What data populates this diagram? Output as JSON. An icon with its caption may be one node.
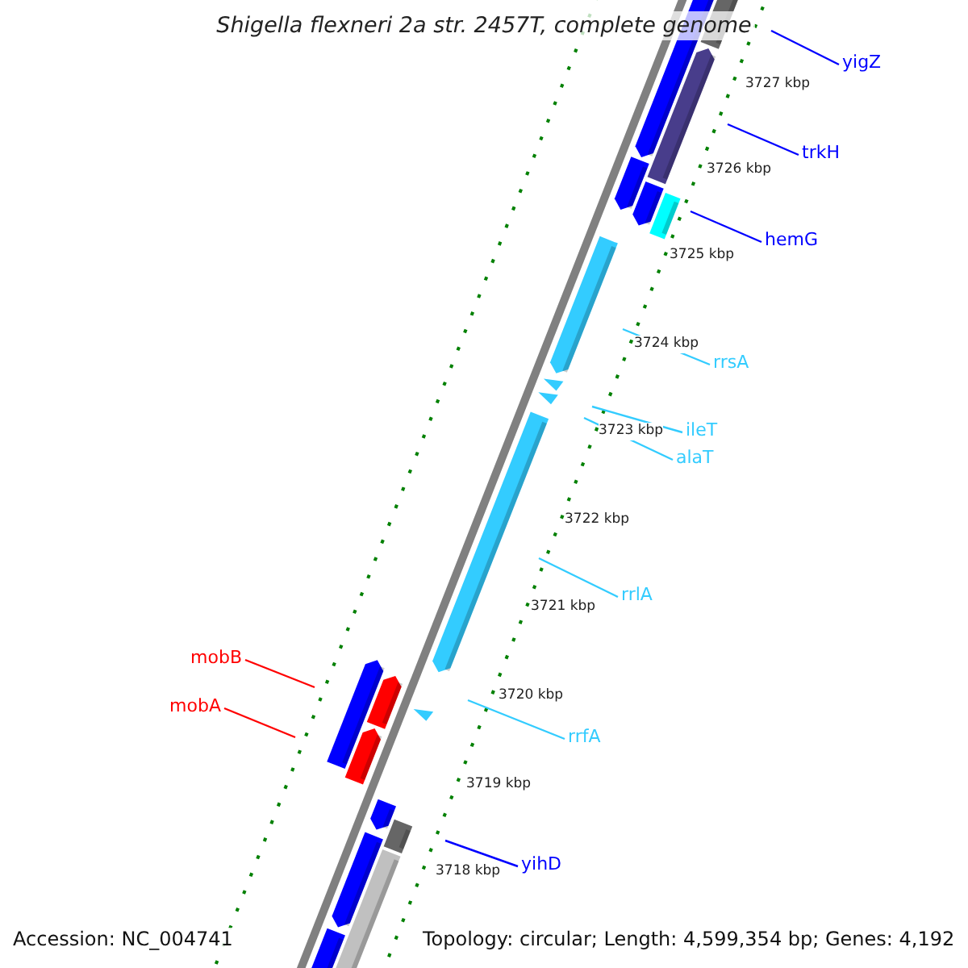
{
  "diagram": {
    "title": "Shigella flexneri 2a str. 2457T, complete genome",
    "nodes": [
      {
        "text": [
          "yigZ"
        ]
      },
      {
        "text": [
          "trkH"
        ]
      },
      {
        "text": [
          "hemG"
        ]
      },
      {
        "text": [
          "rrsA"
        ]
      },
      {
        "text": [
          "ileT"
        ]
      },
      {
        "text": [
          "alaT"
        ]
      },
      {
        "text": [
          "rrlA"
        ]
      },
      {
        "text": [
          "rrfA"
        ]
      },
      {
        "text": [
          "yihD"
        ]
      },
      {
        "text": [
          "mobB"
        ]
      },
      {
        "text": [
          "mobA"
        ]
      }
    ],
    "edges": [
      {
        "from": 0,
        "to": null,
        "arrow": "none",
        "color": "#0000ff"
      },
      {
        "from": 1,
        "to": null,
        "arrow": "none",
        "color": "#0000ff"
      },
      {
        "from": 2,
        "to": null,
        "arrow": "none",
        "color": "#0000ff"
      },
      {
        "from": 3,
        "to": null,
        "arrow": "none"
      },
      {
        "from": 4,
        "to": null,
        "arrow": "none"
      },
      {
        "from": 5,
        "to": null,
        "arrow": "none"
      },
      {
        "from": 6,
        "to": null,
        "arrow": "none"
      },
      {
        "from": 7,
        "to": null,
        "arrow": "none"
      },
      {
        "from": 8,
        "to": null,
        "arrow": "none",
        "color": "#0000ff"
      },
      {
        "from": 9,
        "to": null,
        "arrow": "none",
        "color": "#ff0000"
      },
      {
        "from": 10,
        "to": null,
        "arrow": "none",
        "color": "#ff0000"
      }
    ],
    "labels": [
      "3727 kbp",
      "3726 kbp",
      "3725 kbp",
      "3724 kbp",
      "3723 kbp",
      "3722 kbp",
      "3721 kbp",
      "3720 kbp",
      "3719 kbp",
      "3718 kbp",
      "Accession: NC_004741",
      "Topology: circular; Length: 4,599,354 bp; Genes: 4,192"
    ]
  }
}
